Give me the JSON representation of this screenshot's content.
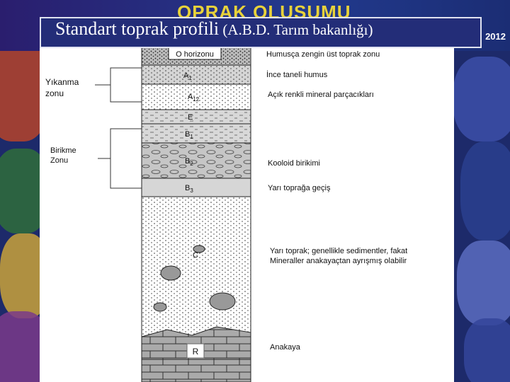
{
  "header": {
    "behind_text": "OPRAK OLUŞUMU",
    "year": "2012"
  },
  "title": {
    "main": "Standart toprak profili",
    "sub": " (A.B.D. Tarım bakanlığı)"
  },
  "diagram": {
    "horizons": [
      {
        "id": "O",
        "label": "O horizonu",
        "description": "Humusça zengin  üst toprak zonu"
      },
      {
        "id": "A1",
        "label": "A",
        "sub": "1",
        "description": "İnce taneli humus"
      },
      {
        "id": "A2",
        "label": "A",
        "sub": "12",
        "description": "Açık renkli mineral parçacıkları"
      },
      {
        "id": "E",
        "label": "E",
        "description": ""
      },
      {
        "id": "B1",
        "label": "B",
        "sub": "1",
        "description": ""
      },
      {
        "id": "B2",
        "label": "B",
        "sub": "2",
        "description": "Kooloid birikimi"
      },
      {
        "id": "B3",
        "label": "B",
        "sub": "3",
        "description": "Yarı toprağa geçiş"
      },
      {
        "id": "C",
        "label": "C",
        "description": "Yarı toprak; genellikle sedimentler, fakat",
        "description2": "Mineraller anakayaçtan ayrışmış olabilir"
      },
      {
        "id": "R",
        "label": "R",
        "description": "Anakaya"
      }
    ],
    "zones": [
      {
        "line1": "Yıkanma",
        "line2": "zonu"
      },
      {
        "line1": "Birikme",
        "line2": "Zonu"
      }
    ]
  },
  "colors": {
    "background": "#1d2a6a",
    "header_text": "#e8d23a",
    "panel": "#ffffff",
    "layer_gray": "#d2d2d2",
    "layer_dark": "#bdbdbd"
  }
}
